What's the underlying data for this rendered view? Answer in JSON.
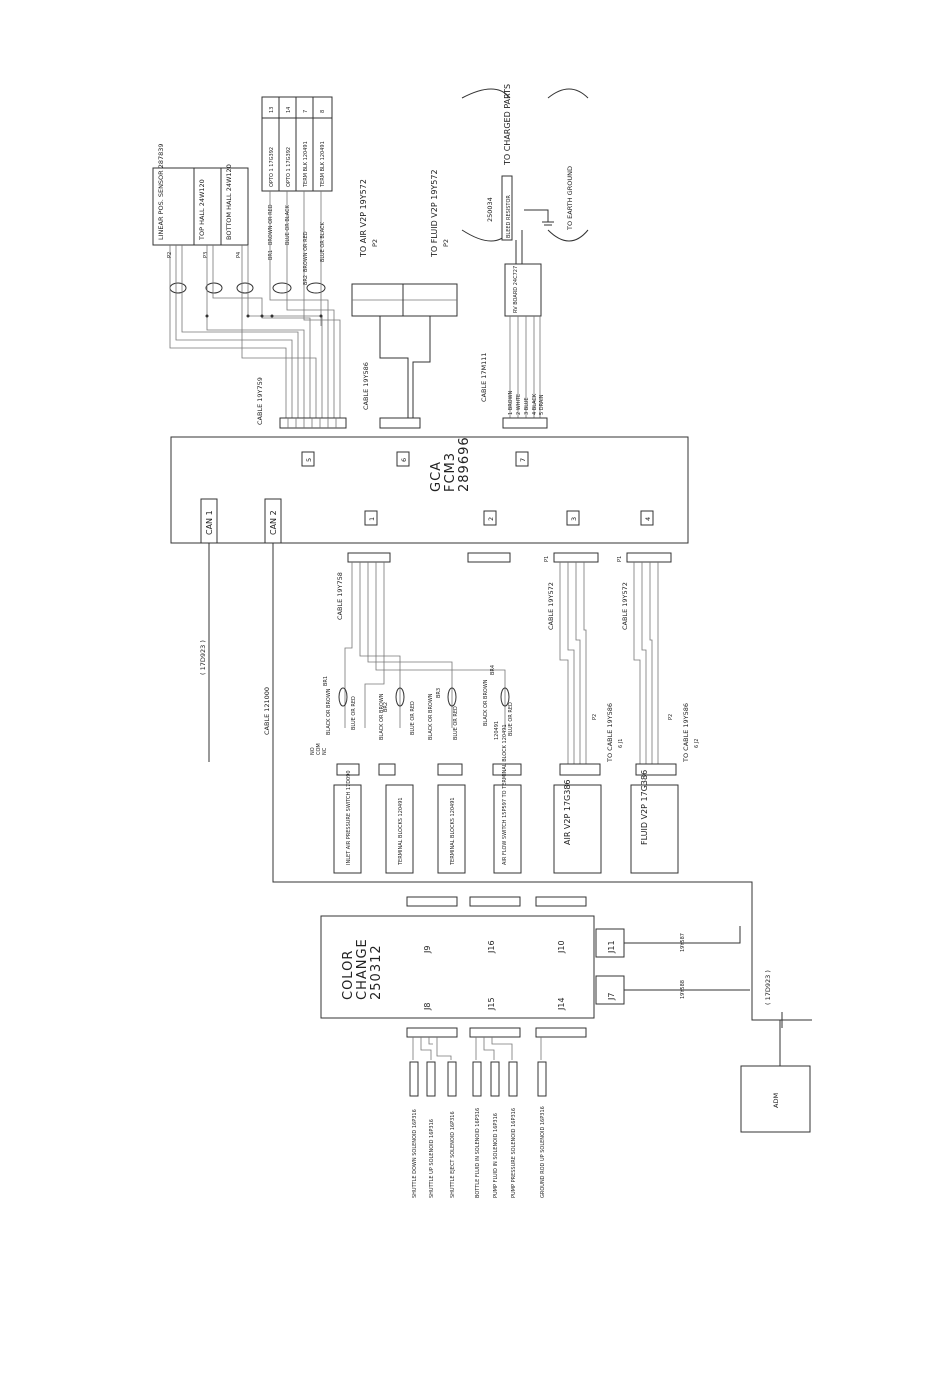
{
  "main_board": {
    "name": "GCA",
    "model": "FCM3",
    "part": "289696",
    "ports_top": [
      "5",
      "6",
      "7"
    ],
    "ports_bottom": [
      "1",
      "2",
      "3",
      "4"
    ],
    "can1": "CAN 1",
    "can2": "CAN 2"
  },
  "color_change": {
    "name": "COLOR",
    "name2": "CHANGE",
    "part": "250312",
    "ports": [
      "J9",
      "J16",
      "J10",
      "J8",
      "J15",
      "J14",
      "J11",
      "J7"
    ]
  },
  "adm": {
    "name": "ADM"
  },
  "cables": {
    "c19y759": "CABLE 19Y759",
    "c19y586": "CABLE 19Y586",
    "c17m111": "CABLE 17M111",
    "c19y758": "CABLE 19Y758",
    "c19y572a": "CABLE 19Y572",
    "c19y572b": "CABLE 19Y572",
    "c121000": "CABLE 121000",
    "c17d923a": "( 17D923 )",
    "c17d923b": "( 17D923 )",
    "c19y586a": "TO CABLE 19Y586",
    "c19y586b": "TO CABLE 19Y586",
    "j1": "6 J1",
    "j2": "6 J2",
    "c19y588": "19Y588",
    "c19y587": "19Y587"
  },
  "sensors": {
    "linear": "LINEAR POS. SENSOR 287839",
    "top": "TOP HALL 24W120",
    "bottom": "BOTTOM HALL 24W120",
    "p2": "P2",
    "p3": "P3",
    "p4": "P4"
  },
  "term_table": {
    "rows": [
      [
        "OPTO 1 17G392",
        "13"
      ],
      [
        "OPTO 1 17G392",
        "14"
      ],
      [
        "TERM BLK 120491",
        "7"
      ],
      [
        "TERM BLK 120491",
        "8"
      ]
    ]
  },
  "wire_labels": {
    "br1": "BR1",
    "br1w": "BROWN OR RED",
    "br1b": "BLUE OR BLACK",
    "br2": "BR2",
    "br2w": "BROWN OR RED",
    "br2b": "BLUE OR BLACK"
  },
  "v2p": {
    "air": "TO AIR V2P 19Y572",
    "fluid": "TO FLUID V2P 19Y572",
    "p2": "P2"
  },
  "esd": {
    "board": "250034",
    "resistor": "BLEED RESISTOR",
    "charged": "TO CHARGED PARTS",
    "earth": "TO EARTH GROUND",
    "rv": "RV BOARD 24C727"
  },
  "drain_wires": [
    "1 BROWN",
    "2 WHITE",
    "3 BLUE",
    "4 BLACK",
    "5 DRAIN"
  ],
  "lower": {
    "inlet": "INLET AIR PRESSURE SWITCH 17D090",
    "tb1": "TERMINAL BLOCKS 120491",
    "tb2": "TERMINAL BLOCKS 120491",
    "airflow": "AIR FLOW SWITCH 15P597 TO TERMINAL BLOCK 120491",
    "air_v2p": "AIR V2P 17G386",
    "fluid_v2p": "FLUID V2P 17G386",
    "no": "NO",
    "com": "COM",
    "nc": "NC",
    "br1": "BR1",
    "br2": "BR2",
    "br3": "BR3",
    "br4": "BR4",
    "bob": "BLACK OR BROWN",
    "bor": "BLUE OR RED",
    "tb": "120491",
    "p1": "P1",
    "p2": "P2"
  },
  "solenoids": [
    "SHUTTLE DOWN SOLENOID 16P316",
    "SHUTTLE UP SOLENOID 16P316",
    "SHUTTLE EJECT SOLENOID 16P316",
    "BOTTLE FLUID IN SOLENOID 16P316",
    "PUMP FLUID IN SOLENOID 16P316",
    "PUMP PRESSURE SOLENOID 16P316",
    "GROUND ROD UP SOLENOID 16P316"
  ]
}
